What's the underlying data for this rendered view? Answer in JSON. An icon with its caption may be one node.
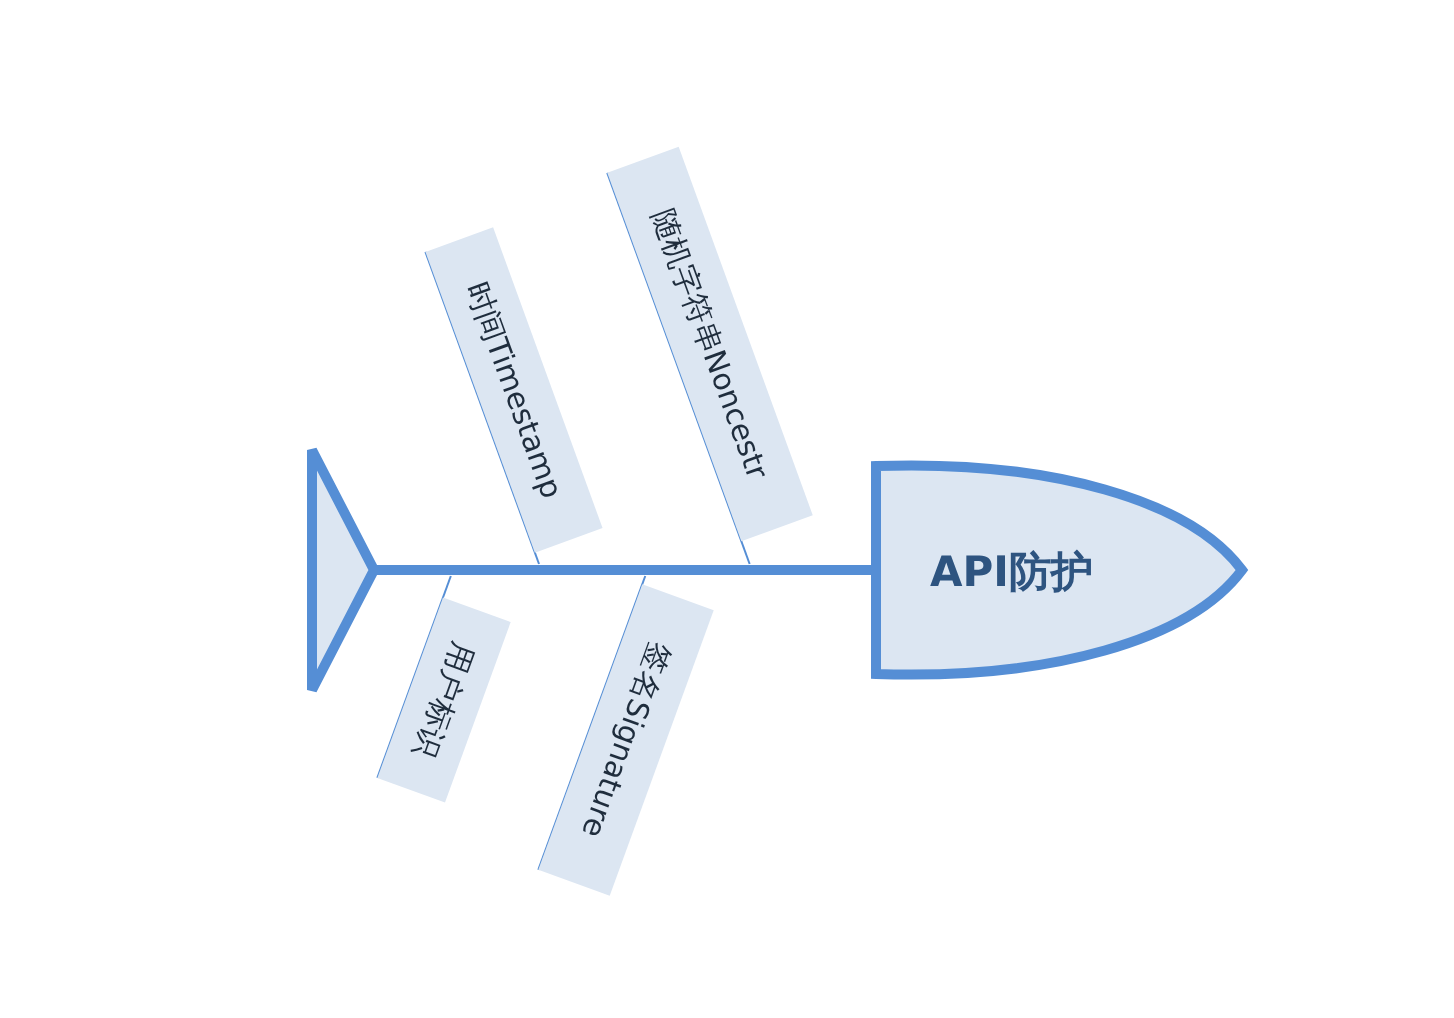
{
  "diagram": {
    "nodes": [
      {
        "text": [],
        "shape": "triangle"
      },
      {
        "text": [
          "API防护"
        ]
      },
      {
        "text": [
          "时间Timestamp"
        ]
      },
      {
        "text": [
          "随机字符串Noncestr"
        ]
      },
      {
        "text": [
          "用户标识"
        ]
      },
      {
        "text": [
          "签名Signature"
        ]
      }
    ],
    "edges": [
      {
        "from": 0,
        "to": 1,
        "arrow": "none",
        "style": "thick"
      },
      {
        "from": 2,
        "to": null,
        "arrow": "none"
      },
      {
        "from": 3,
        "to": null,
        "arrow": "none"
      },
      {
        "from": 4,
        "to": null,
        "arrow": "none"
      },
      {
        "from": 5,
        "to": null,
        "arrow": "none"
      }
    ]
  }
}
